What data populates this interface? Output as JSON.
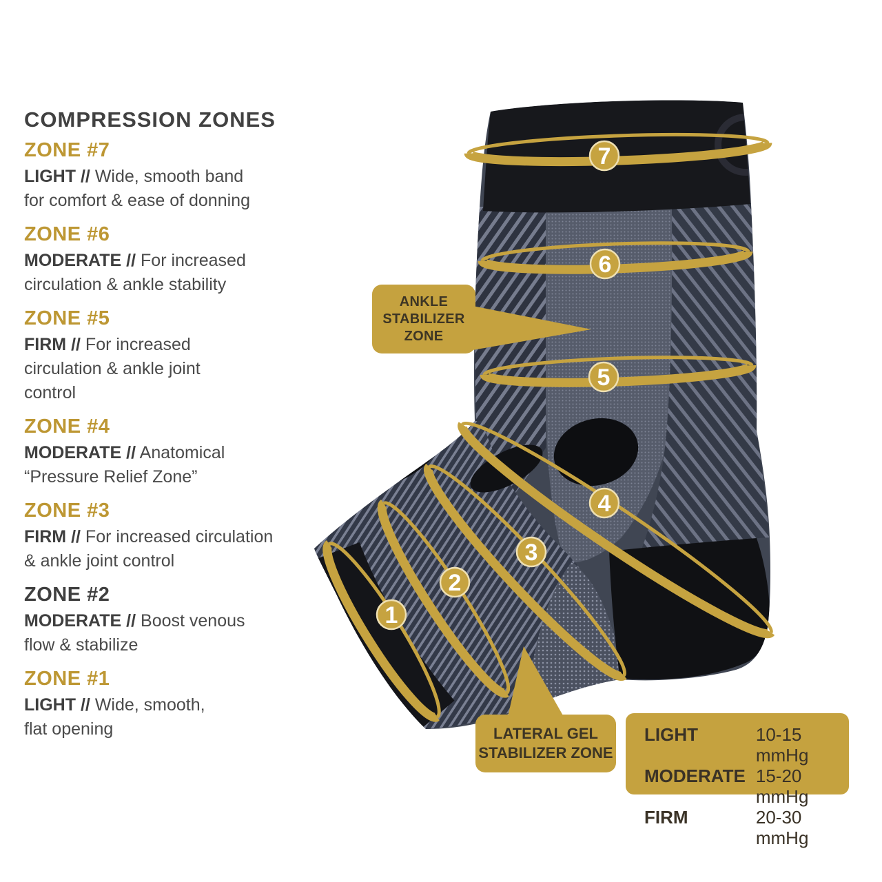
{
  "title": "COMPRESSION ZONES",
  "zones": [
    {
      "heading": "ZONE #7",
      "level": "LIGHT",
      "sep": "//",
      "lines": [
        "Wide, smooth band",
        "for comfort & ease of donning"
      ]
    },
    {
      "heading": "ZONE #6",
      "level": "MODERATE",
      "sep": "//",
      "lines": [
        "For increased",
        "circulation & ankle stability"
      ]
    },
    {
      "heading": "ZONE #5",
      "level": "FIRM",
      "sep": "//",
      "lines": [
        "For increased",
        "circulation & ankle joint",
        "control"
      ]
    },
    {
      "heading": "ZONE #4",
      "level": "MODERATE",
      "sep": "//",
      "lines": [
        "Anatomical",
        "“Pressure Relief Zone”"
      ]
    },
    {
      "heading": "ZONE #3",
      "level": "FIRM",
      "sep": "//",
      "lines": [
        "For increased circulation",
        "& ankle joint control"
      ]
    },
    {
      "heading": "ZONE #2",
      "level": "MODERATE",
      "sep": "//",
      "lines": [
        "Boost venous",
        "flow & stabilize"
      ]
    },
    {
      "heading": "ZONE #1",
      "level": "LIGHT",
      "sep": "//",
      "lines": [
        "Wide, smooth,",
        "flat opening"
      ]
    }
  ],
  "ring_numbers": [
    "1",
    "2",
    "3",
    "4",
    "5",
    "6",
    "7"
  ],
  "callouts": {
    "ankle_stabilizer": {
      "lines": [
        "ANKLE",
        "STABILIZER",
        "ZONE"
      ]
    },
    "lateral_gel": {
      "lines": [
        "LATERAL GEL",
        "STABILIZER ZONE"
      ]
    }
  },
  "legend": {
    "rows": [
      {
        "label": "LIGHT",
        "value": "10-15 mmHg"
      },
      {
        "label": "MODERATE",
        "value": "15-20 mmHg"
      },
      {
        "label": "FIRM",
        "value": "20-30 mmHg"
      }
    ]
  },
  "colors": {
    "gold": "#c5a23f",
    "heading_gold": "#bd9733",
    "heading_dark": "#3f3f3f",
    "title_text": "#414141",
    "body_text": "#4a4a4a",
    "callout_text": "#3d3524",
    "sock_base": "#404653",
    "cuff_black": "#17181c",
    "background": "#ffffff"
  }
}
